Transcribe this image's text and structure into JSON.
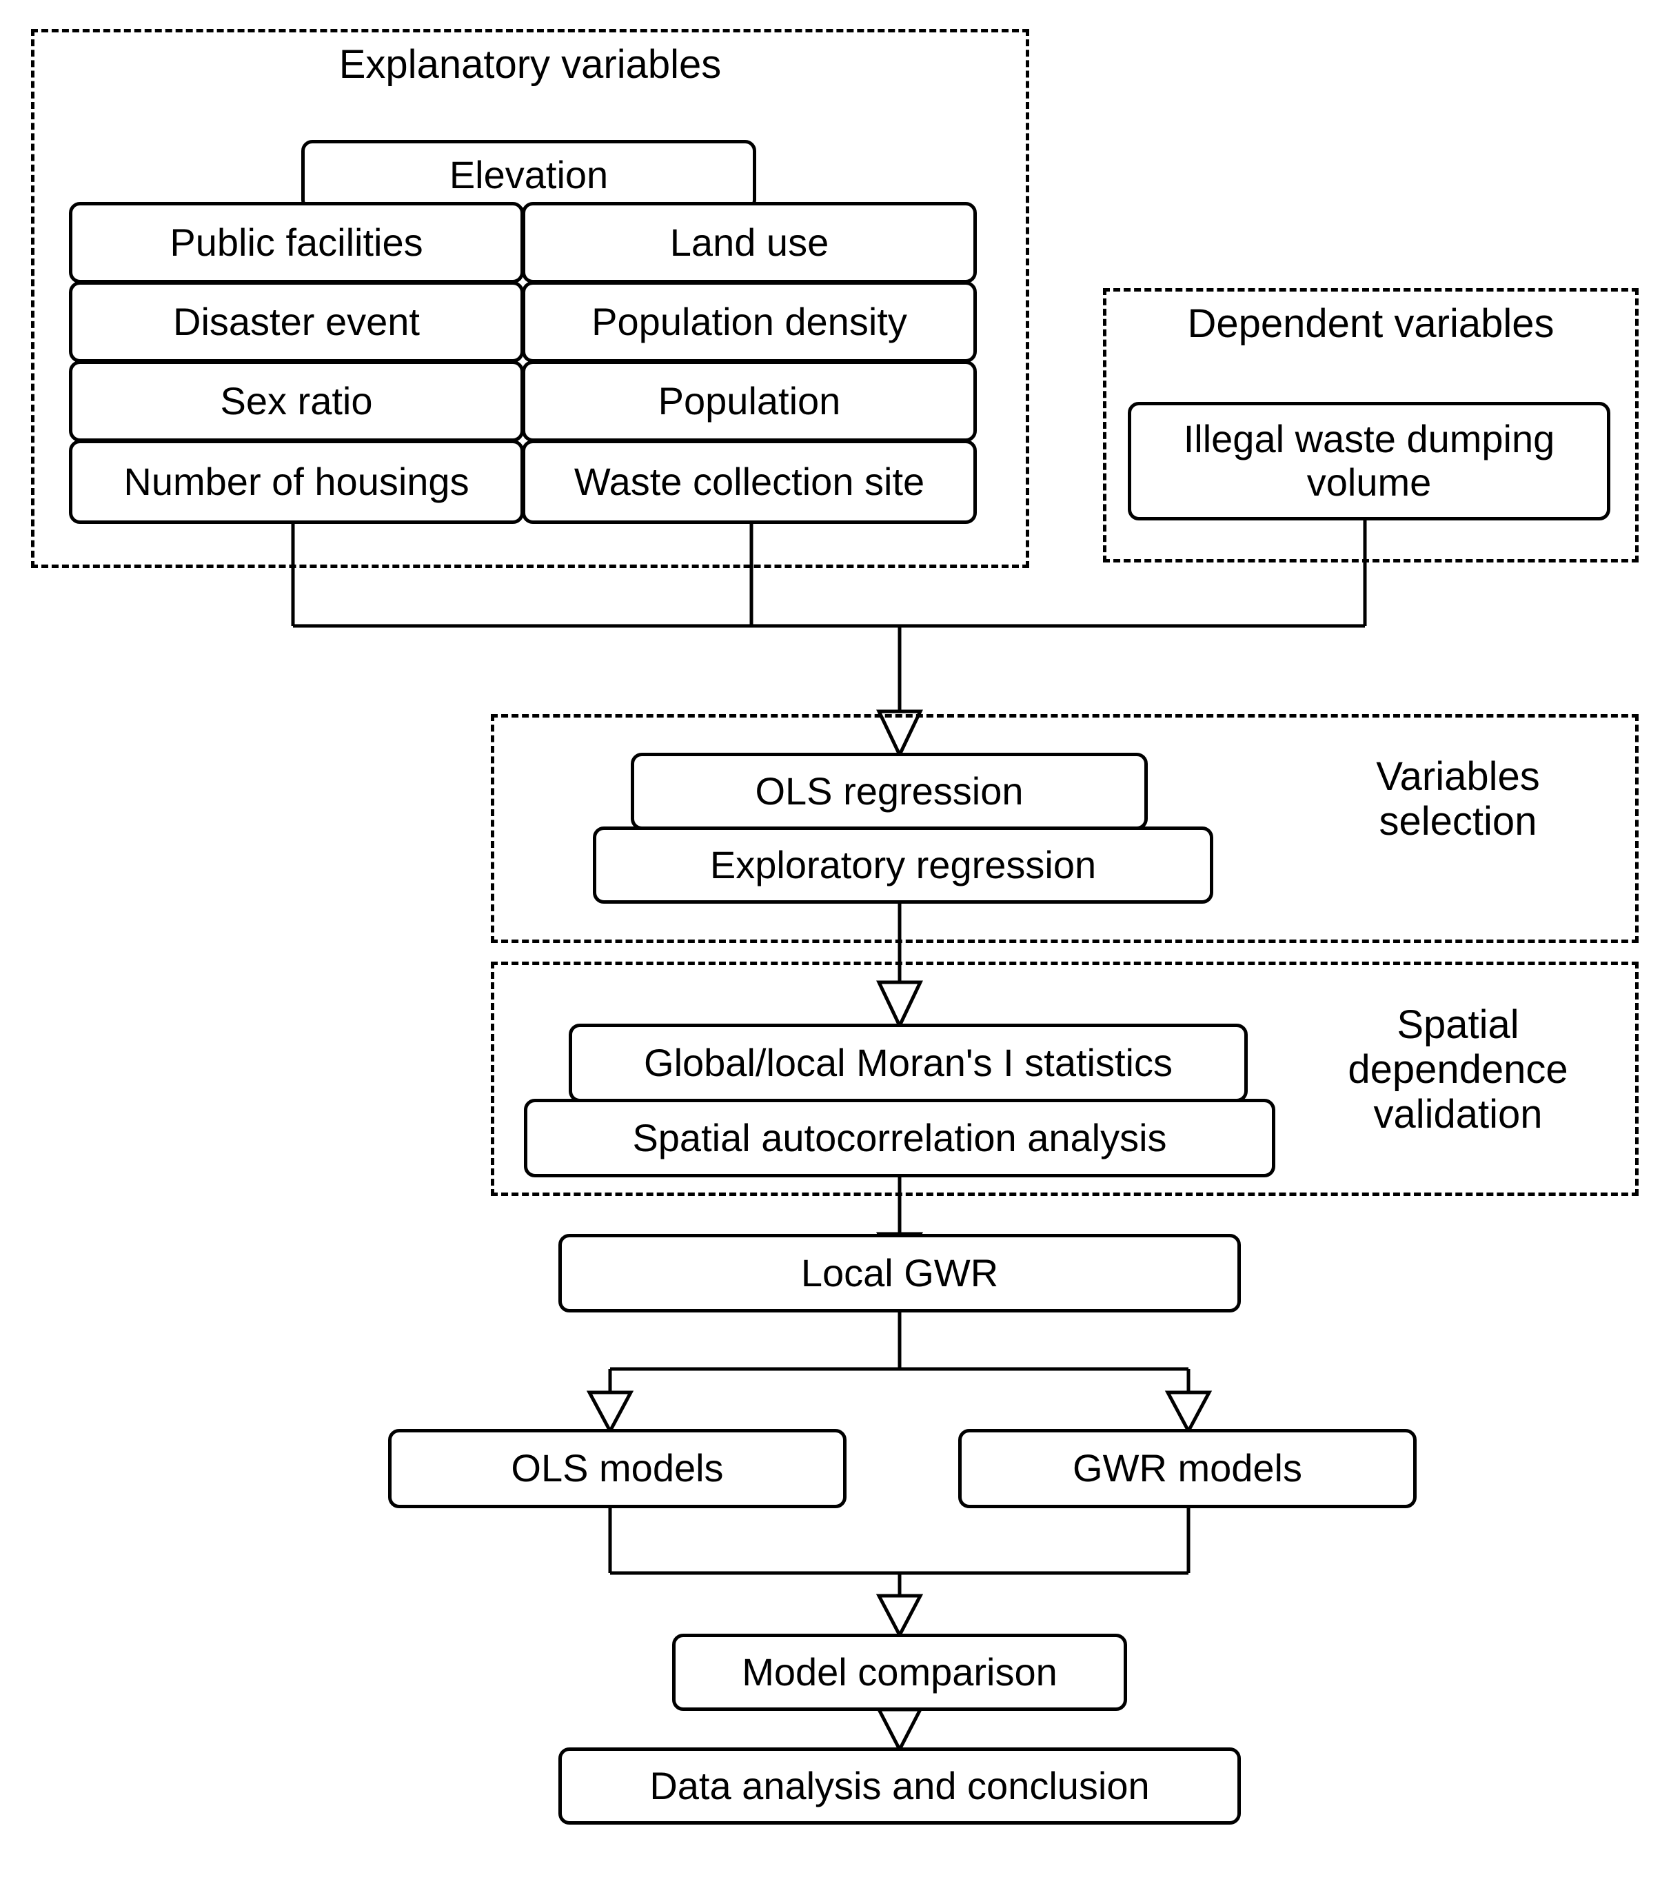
{
  "diagram": {
    "type": "flowchart",
    "title_visible": false,
    "groups": [
      {
        "id": "explanatory",
        "label": "Explanatory variables"
      },
      {
        "id": "dependent",
        "label": "Dependent variables"
      },
      {
        "id": "varsel",
        "label": "Variables\nselection",
        "label_lines": [
          "Variables",
          "selection"
        ]
      },
      {
        "id": "spatial",
        "label": "Spatial\ndependence\nvalidation",
        "label_lines": [
          "Spatial",
          "dependence",
          "validation"
        ]
      }
    ],
    "explanatory": {
      "group_label": "Explanatory variables",
      "elevation": "Elevation",
      "left_column": [
        "Public facilities",
        "Disaster event",
        "Sex ratio",
        "Number of housings"
      ],
      "right_column": [
        "Land use",
        "Population density",
        "Population",
        "Waste collection site"
      ]
    },
    "dependent": {
      "group_label": "Dependent variables",
      "items": [
        {
          "line1": "Illegal waste dumping",
          "line2": "volume"
        }
      ]
    },
    "variables_selection": {
      "group_label_line1": "Variables",
      "group_label_line2": "selection",
      "nodes": [
        "OLS regression",
        "Exploratory regression"
      ]
    },
    "spatial_dependence": {
      "group_label_line1": "Spatial",
      "group_label_line2": "dependence",
      "group_label_line3": "validation",
      "nodes": [
        "Global/local Moran's I statistics",
        "Spatial autocorrelation analysis"
      ]
    },
    "flow": {
      "local_gwr": "Local GWR",
      "ols_models": "OLS models",
      "gwr_models": "GWR models",
      "model_comparison": "Model comparison",
      "conclusion": "Data analysis and conclusion"
    },
    "colors": {
      "stroke": "#000000",
      "fill": "#ffffff",
      "background": "#ffffff"
    }
  }
}
